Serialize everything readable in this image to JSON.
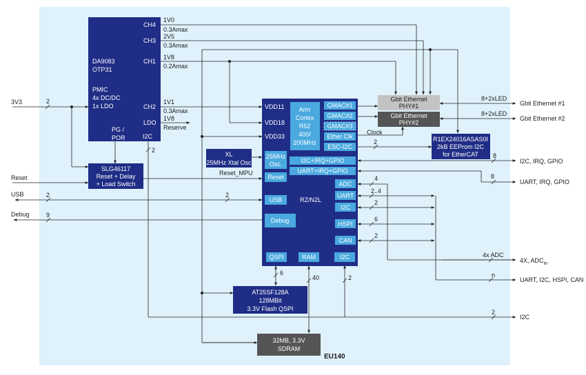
{
  "colors": {
    "board_bg": "#dff1fb",
    "dark_block": "#1f2d86",
    "light_block": "#4aa9df",
    "grey_block": "#555555",
    "light_grey_block": "#c3c3c3",
    "line": "#222222"
  },
  "board": {
    "name": "EU140"
  },
  "pmic": {
    "title1": "DA9083",
    "title2": "OTP31",
    "desc1": "PMIC",
    "desc2": "4x DC/DC",
    "desc3": "1x LDO",
    "pg1": "PG /",
    "pg2": "POR",
    "i2c": "I2C",
    "pins": {
      "ch4": "CH4",
      "ch3": "CH3",
      "ch1": "CH1",
      "ch2": "CH2",
      "ldo": "LDO"
    }
  },
  "rails": [
    {
      "id": "ch4",
      "v": "1V0",
      "a": "0.3Amax"
    },
    {
      "id": "ch3",
      "v": "2V5",
      "a": "0.3Amax"
    },
    {
      "id": "ch1",
      "v": "1V8",
      "a": "0.2Amax"
    },
    {
      "id": "ch2",
      "v": "1V1",
      "a": "0.3Amax"
    },
    {
      "id": "ldo",
      "v": "1V8",
      "a": "Reserve"
    }
  ],
  "slg": {
    "line1": "SLG46117",
    "line2": "Reset + Delay",
    "line3": "+ Load Switch"
  },
  "xtal": {
    "line1": "XL",
    "line2": "25MHz Xtal Osc"
  },
  "soc": {
    "name": "RZ/N2L",
    "vdd11": "VDD11",
    "vdd18": "VDD18",
    "vdd33": "VDD33",
    "cpu": [
      "Arm",
      "Cortex",
      "R52",
      "400/",
      "200MHz"
    ],
    "osc1": "25MHz",
    "osc2": "Osc.",
    "reset": "Reset",
    "usb": "USB",
    "debug": "Debug",
    "gmac1": "GMAC#1",
    "gmac2": "GMAC#2",
    "gmac3": "GMAC#3",
    "ether_clk": "Ether Clk",
    "esc_i2c": "ESC-I2C",
    "i2c_irq_gpio": "I2C+IRQ+GPIO",
    "uart_irq_gpio": "UART+IRQ+GPIO",
    "adc": "ADC",
    "uart": "UART",
    "i2c": "I2C",
    "hspi": "HSPI",
    "can": "CAN",
    "qspi": "QSPI",
    "ram": "RAM",
    "i2c_bottom": "I2C"
  },
  "phy1": {
    "line1": "Gbit Ethernet",
    "line2": "PHY#1"
  },
  "phy2": {
    "line1": "Gbit Ethernet",
    "line2": "PHY#2"
  },
  "eeprom": {
    "line1": "R1EX24016ASAS0I",
    "line2": "2kB EEProm I2C",
    "line3": "for EtherCAT"
  },
  "flash": {
    "line1": "AT25SF128A",
    "line2": "128MBit",
    "line3": "3.3V Flash QSPI"
  },
  "sdram": {
    "line1": "32MB, 3.3V",
    "line2": "SDRAM"
  },
  "signals": {
    "v3v3": "3V3",
    "reset": "Reset",
    "usb": "USB",
    "debug": "Debug",
    "reset_mpu": "Reset_MPU",
    "clock": "Clock"
  },
  "bus_widths": {
    "v3v3": "2",
    "pmic_i2c": "2",
    "usb_ext": "2",
    "usb_int": "2",
    "debug": "9",
    "esc_i2c": "2",
    "i2c_irq": "8",
    "uart_irq": "8",
    "adc": "4",
    "uart": "2..4",
    "i2c_mid": "2",
    "hspi": "6",
    "can": "2",
    "qspi": "6",
    "ram": "40",
    "i2c_bot": "2",
    "adc_out": "4x ADC",
    "uart_out": "n",
    "i2c_out": "2",
    "eth1": "8+2xLED",
    "eth2": "8+2xLED"
  },
  "outputs": {
    "eth1": "Gbit Ethernet #1",
    "eth2": "Gbit Ethernet #2",
    "i2c_irq_gpio": "I2C, IRQ, GPIO",
    "uart_irq_gpio": "UART, IRQ, GPIO",
    "adc": "4X, ADC",
    "adc_sub": "in",
    "uart_i2c": "UART, I2C, HSPI, CAN",
    "i2c": "I2C"
  }
}
